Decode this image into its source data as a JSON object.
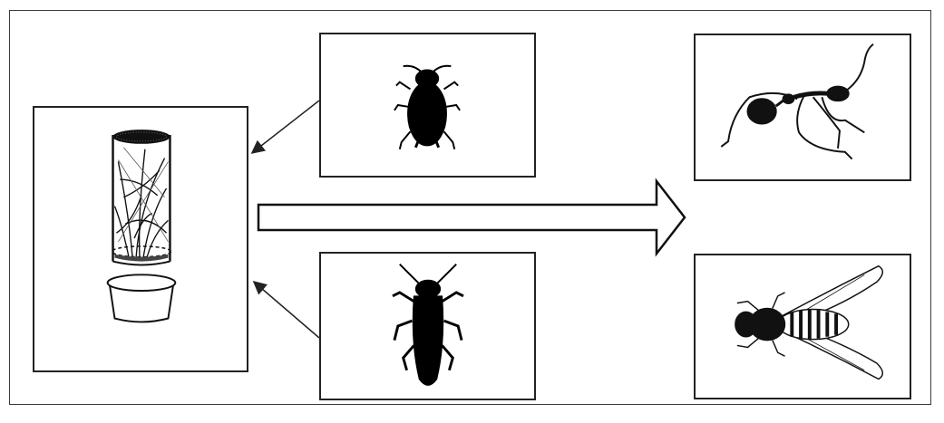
{
  "diagram": {
    "panels": [
      {
        "id": "rearing-cage",
        "icon": "rearing-cage-icon"
      },
      {
        "id": "aphid",
        "icon": "aphid-silhouette-icon"
      },
      {
        "id": "leafhopper",
        "icon": "leafhopper-silhouette-icon"
      },
      {
        "id": "ant",
        "icon": "ant-drawing-icon"
      },
      {
        "id": "fly",
        "icon": "fly-drawing-icon"
      }
    ],
    "connectors": [
      {
        "from": "aphid",
        "to": "rearing-cage",
        "type": "thin-arrow"
      },
      {
        "from": "leafhopper",
        "to": "rearing-cage",
        "type": "thin-arrow"
      },
      {
        "from": "rearing-cage",
        "to": [
          "ant",
          "fly"
        ],
        "type": "block-arrow"
      }
    ],
    "colors": {
      "ink": "#111111",
      "line": "#222222",
      "background": "#ffffff"
    }
  }
}
